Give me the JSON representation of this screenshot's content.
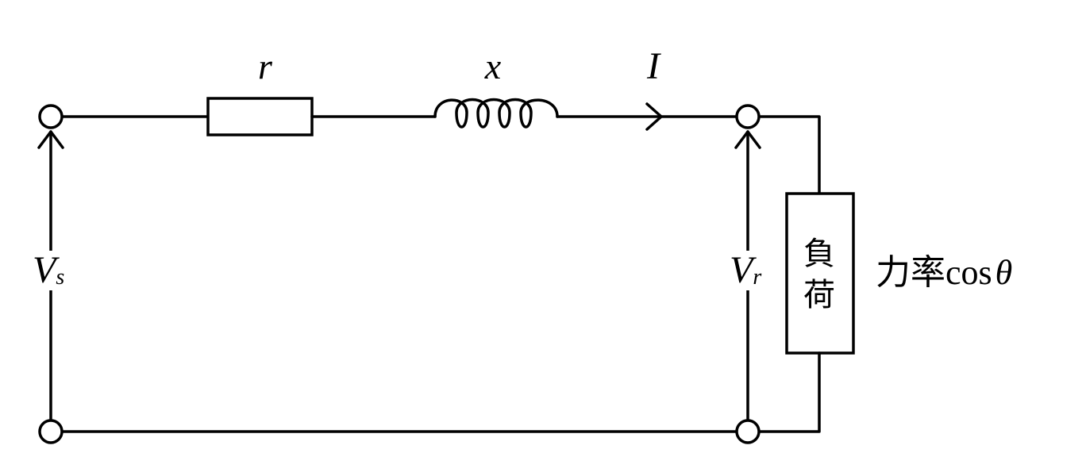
{
  "labels": {
    "resistance": "r",
    "reactance": "x",
    "current": "I",
    "sending_voltage": {
      "main": "V",
      "sub": "s"
    },
    "receiving_voltage": {
      "main": "V",
      "sub": "r"
    },
    "load_line1": "負",
    "load_line2": "荷",
    "power_factor_prefix": "力率cos",
    "power_factor_symbol": "θ"
  }
}
